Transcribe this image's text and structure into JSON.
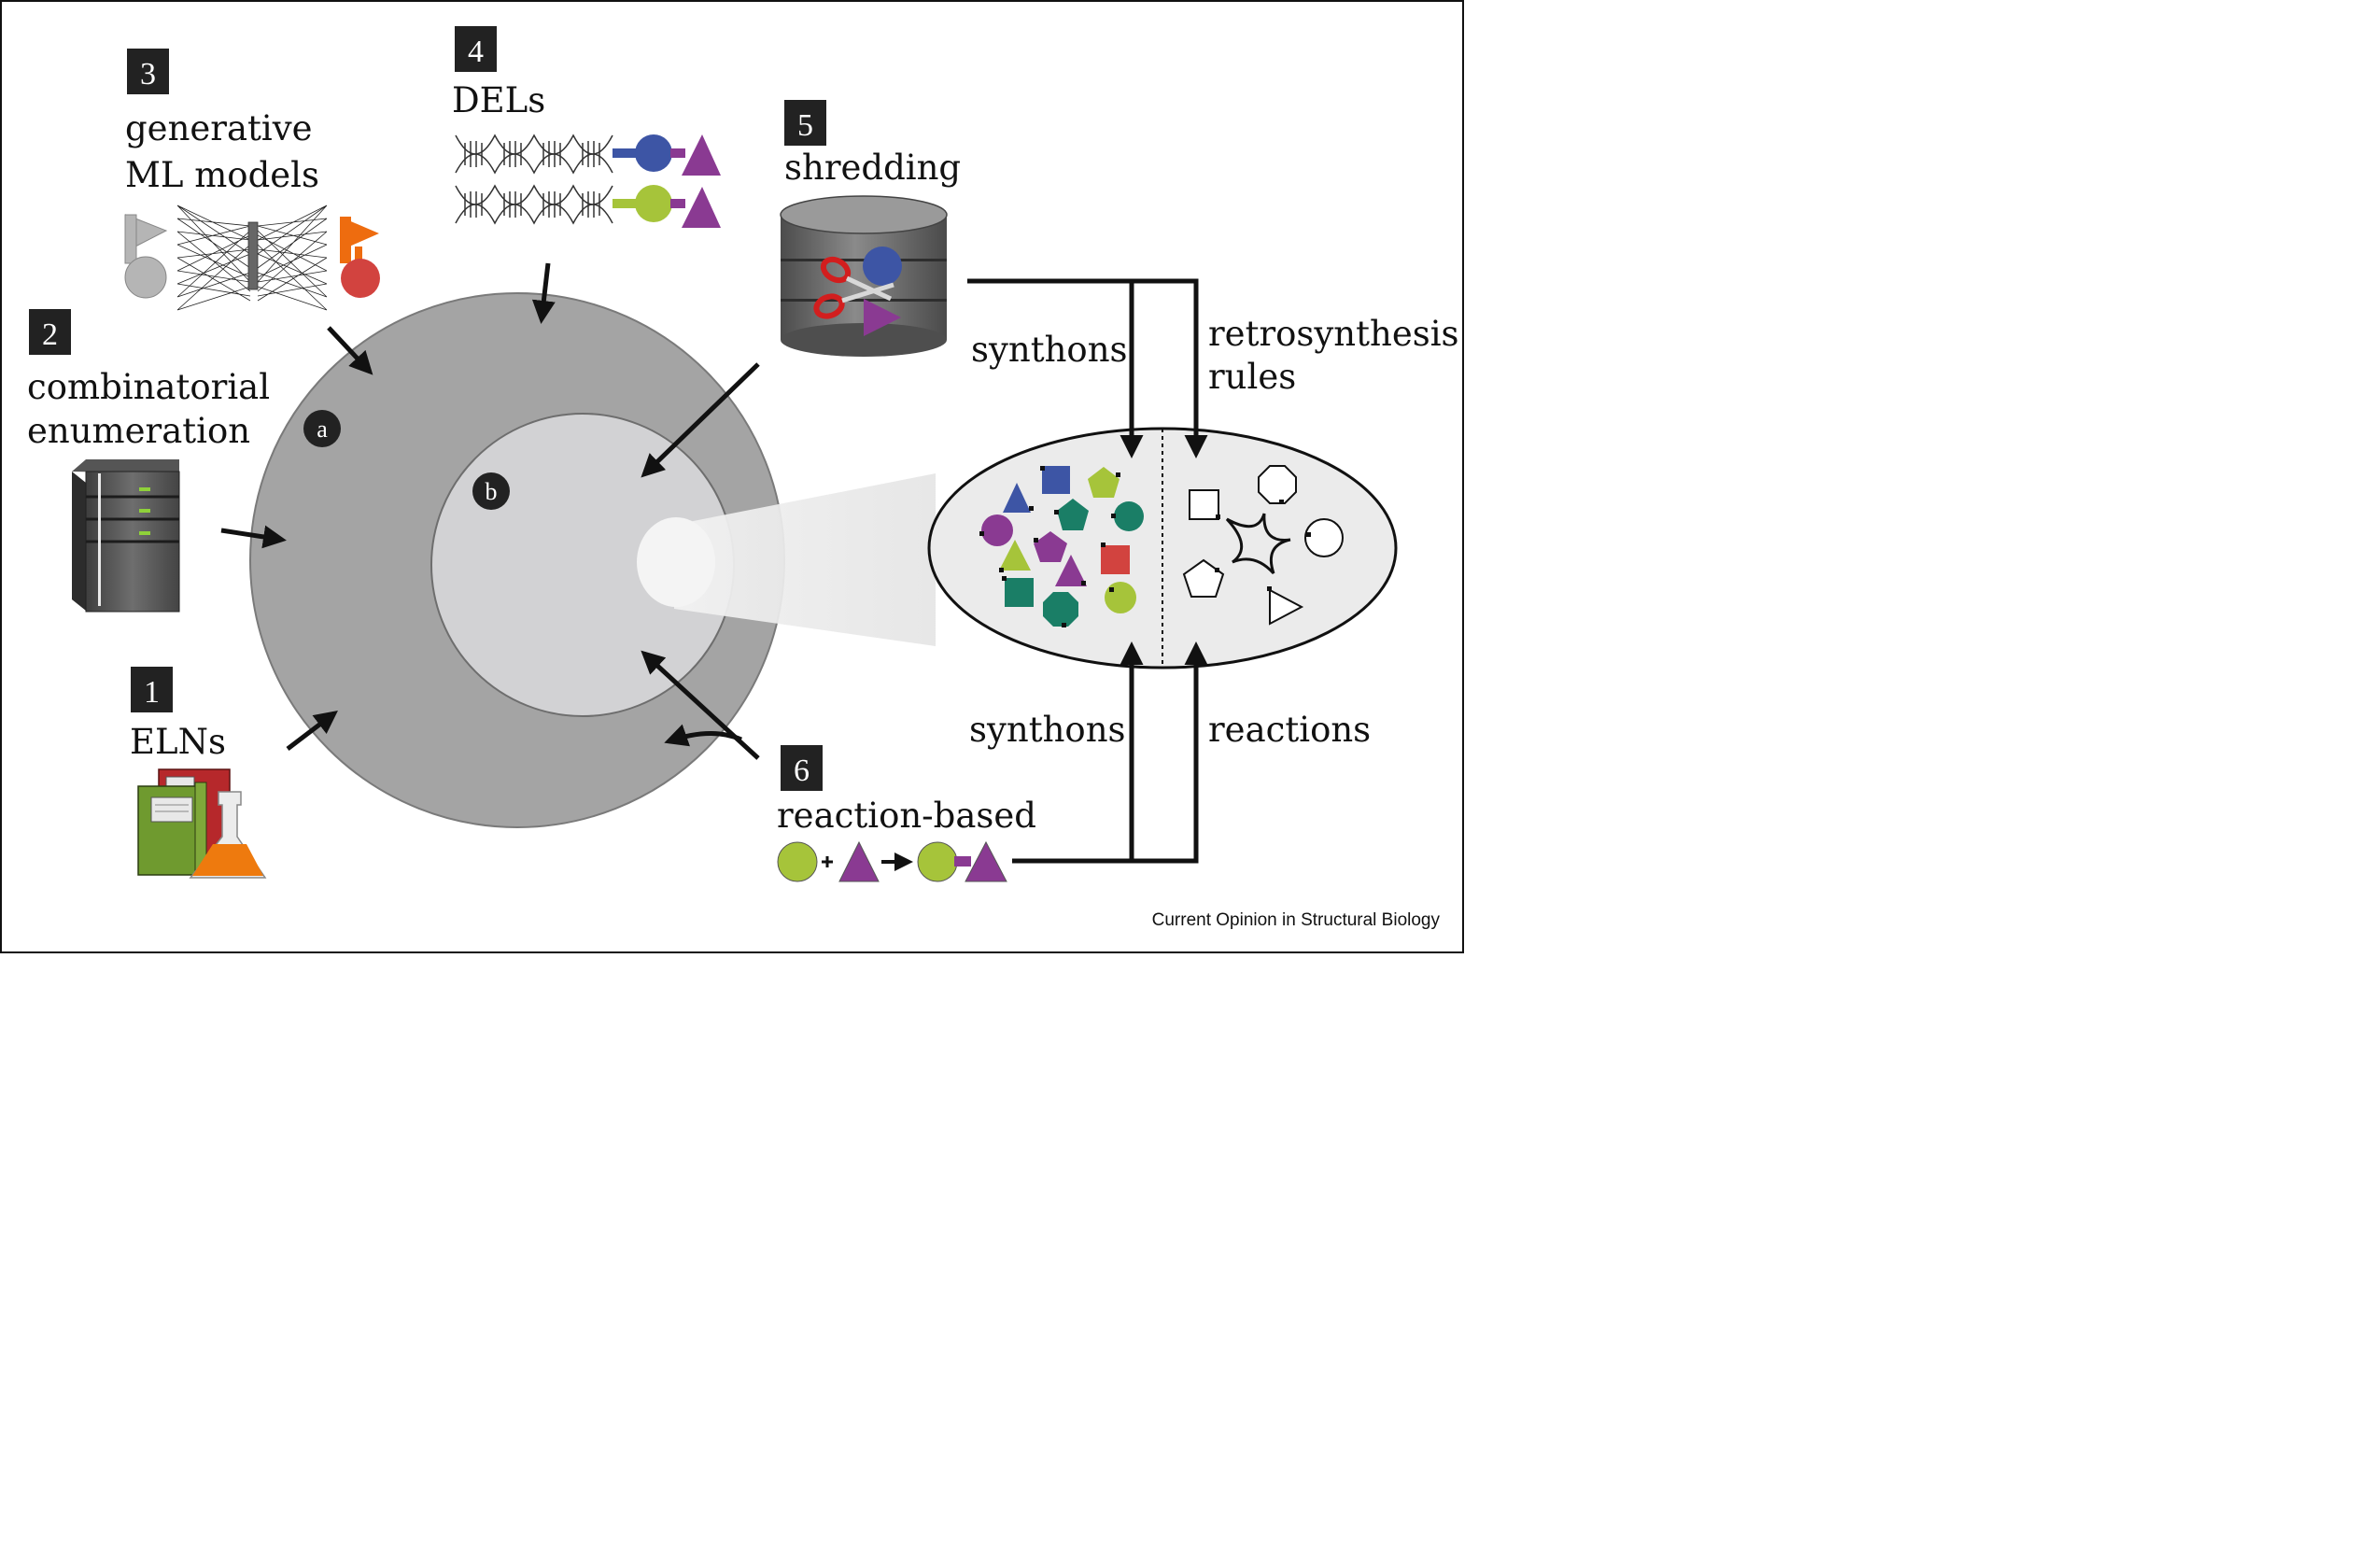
{
  "steps": [
    {
      "number": "1",
      "label": "ELNs"
    },
    {
      "number": "2",
      "label_line1": "combinatorial",
      "label_line2": "enumeration"
    },
    {
      "number": "3",
      "label_line1": "generative",
      "label_line2": "ML models"
    },
    {
      "number": "4",
      "label": "DELs"
    },
    {
      "number": "5",
      "label": "shredding"
    },
    {
      "number": "6",
      "label": "reaction-based"
    }
  ],
  "regions": {
    "outer": "a",
    "inner": "b"
  },
  "flows": {
    "top_left": "synthons",
    "top_right_line1": "retrosynthesis",
    "top_right_line2": "rules",
    "bottom_left": "synthons",
    "bottom_right": "reactions"
  },
  "credit": "Current Opinion in Structural Biology",
  "colors": {
    "outer_circle": "#a4a4a4",
    "inner_circle": "#d2d2d4",
    "blue": "#3d55a5",
    "lime": "#a6c43a",
    "purple": "#8a3a92",
    "teal": "#1a7e66",
    "red": "#d2433f",
    "orange": "#ee6c0f",
    "badge": "#222222"
  }
}
